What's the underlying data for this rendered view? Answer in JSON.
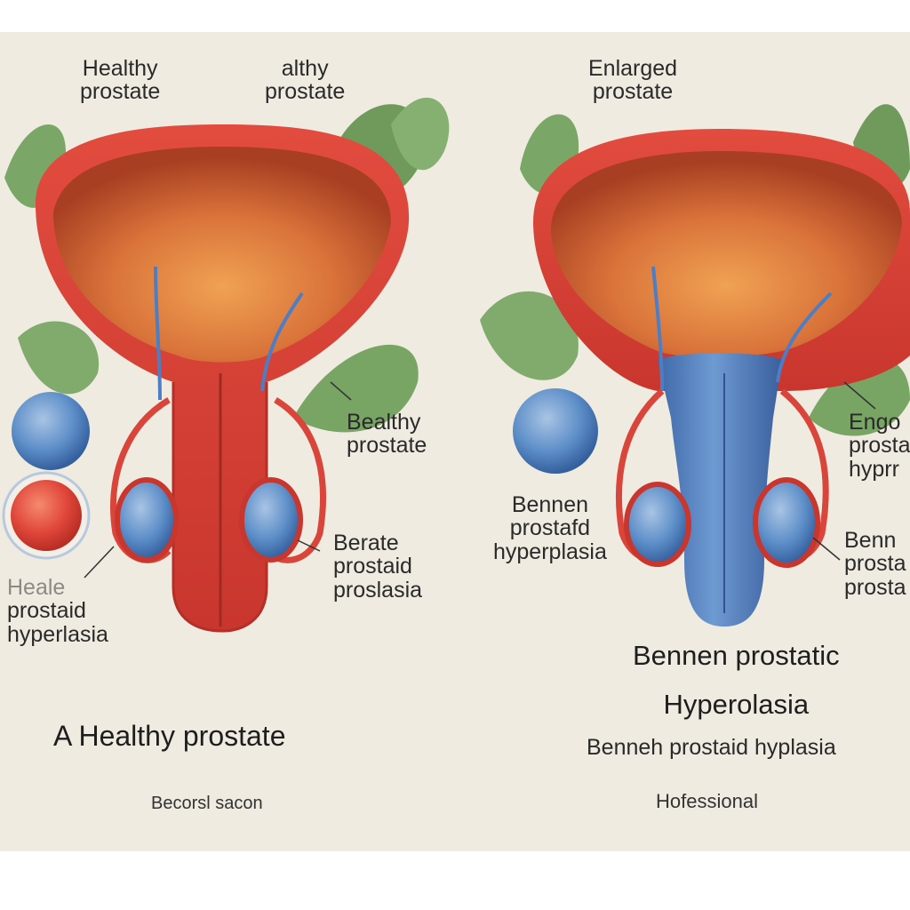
{
  "left": {
    "top_label_1": [
      "Healthy",
      "prostate"
    ],
    "top_label_2": [
      "althy",
      "prostate"
    ],
    "side_label_right": [
      "Bealthy",
      "prostate"
    ],
    "side_label_lower_right": [
      "Berate",
      "prostaid",
      "proslasia"
    ],
    "side_label_left": [
      "Heale",
      "prostaid",
      "hyperlasia"
    ],
    "caption": "A Healthy prostate",
    "footer": "Becorsl sacon"
  },
  "right": {
    "top_label": [
      "Enlarged",
      "prostate"
    ],
    "side_label_left": [
      "Bennen",
      "prostafd",
      "hyperplasia"
    ],
    "side_label_right_top": [
      "Engo",
      "prosta",
      "hyprr"
    ],
    "side_label_right_bottom": [
      "Benn",
      "prosta",
      "prosta"
    ],
    "title": [
      "Bennen prostatic",
      "Hyperolasia"
    ],
    "subtitle": "Benneh prostaid hyplasia",
    "footer": "Hofessional"
  },
  "colors": {
    "panel_bg": "#efebe0",
    "bladder_red": "#d9453a",
    "bladder_inner": "#c9602f",
    "prostate_blue": "#4f7dbf",
    "leaf_green": "#6f9a5c"
  }
}
